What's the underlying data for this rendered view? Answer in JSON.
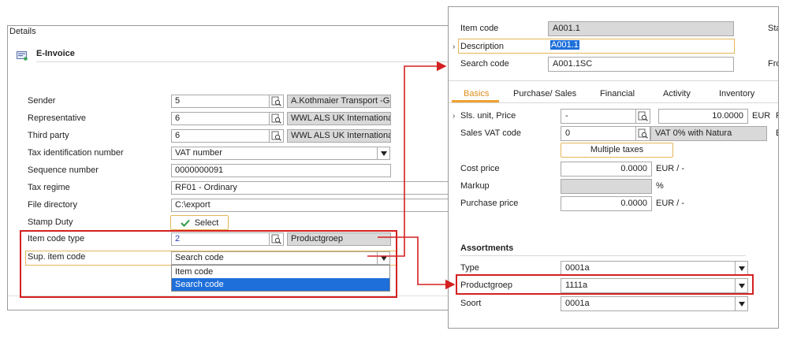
{
  "details": {
    "title": "Details",
    "section_title": "E-Invoice",
    "fields": {
      "sender": {
        "label": "Sender",
        "code": "5",
        "desc": "A.Kothmaier Transport -Ge"
      },
      "representative": {
        "label": "Representative",
        "code": "6",
        "desc": "WWL  ALS UK Internationa"
      },
      "third_party": {
        "label": "Third party",
        "code": "6",
        "desc": "WWL  ALS UK Internationa"
      },
      "tax_id": {
        "label": "Tax identification number",
        "value": "VAT number"
      },
      "sequence": {
        "label": "Sequence number",
        "value": "0000000091"
      },
      "tax_regime": {
        "label": "Tax regime",
        "value": "RF01 - Ordinary"
      },
      "file_dir": {
        "label": "File directory",
        "value": "C:\\export"
      },
      "stamp_duty": {
        "label": "Stamp Duty",
        "button": "Select"
      },
      "item_code_type": {
        "label": "Item code type",
        "code": "2",
        "desc": "Productgroep"
      },
      "sup_item_code": {
        "label": "Sup. item code",
        "value": "Search code"
      }
    },
    "dropdown_options": [
      "Item code",
      "Search code"
    ],
    "dropdown_selected": "Search code"
  },
  "article": {
    "item_code": {
      "label": "Item code",
      "value": "A001.1"
    },
    "description": {
      "label": "Description",
      "value": "A001.1"
    },
    "search_code": {
      "label": "Search code",
      "value": "A001.1SC"
    },
    "cut_labels": {
      "sta": "Sta",
      "fro": "Fro",
      "f1": "F",
      "e1": "E"
    },
    "tabs": [
      "Basics",
      "Purchase/ Sales",
      "Financial",
      "Activity",
      "Inventory"
    ],
    "active_tab": "Basics",
    "sls_unit": {
      "label": "Sls. unit, Price",
      "unit": "-",
      "price": "10.0000",
      "currency": "EUR"
    },
    "sales_vat": {
      "label": "Sales VAT code",
      "code": "0",
      "desc": "VAT 0% with Natura"
    },
    "multiple_taxes": "Multiple taxes",
    "cost_price": {
      "label": "Cost price",
      "value": "0.0000",
      "unit": "EUR / -"
    },
    "markup": {
      "label": "Markup",
      "value": "",
      "unit": "%"
    },
    "purchase_price": {
      "label": "Purchase price",
      "value": "0.0000",
      "unit": "EUR / -"
    },
    "assortments": {
      "title": "Assortments",
      "type": {
        "label": "Type",
        "value": "0001a"
      },
      "productgroep": {
        "label": "Productgroep",
        "value": "1111a"
      },
      "soort": {
        "label": "Soort",
        "value": "0001a"
      }
    }
  },
  "colors": {
    "highlight_red": "#d42020",
    "accent_orange": "#e08b1a",
    "selection_blue": "#1e6fd9"
  }
}
